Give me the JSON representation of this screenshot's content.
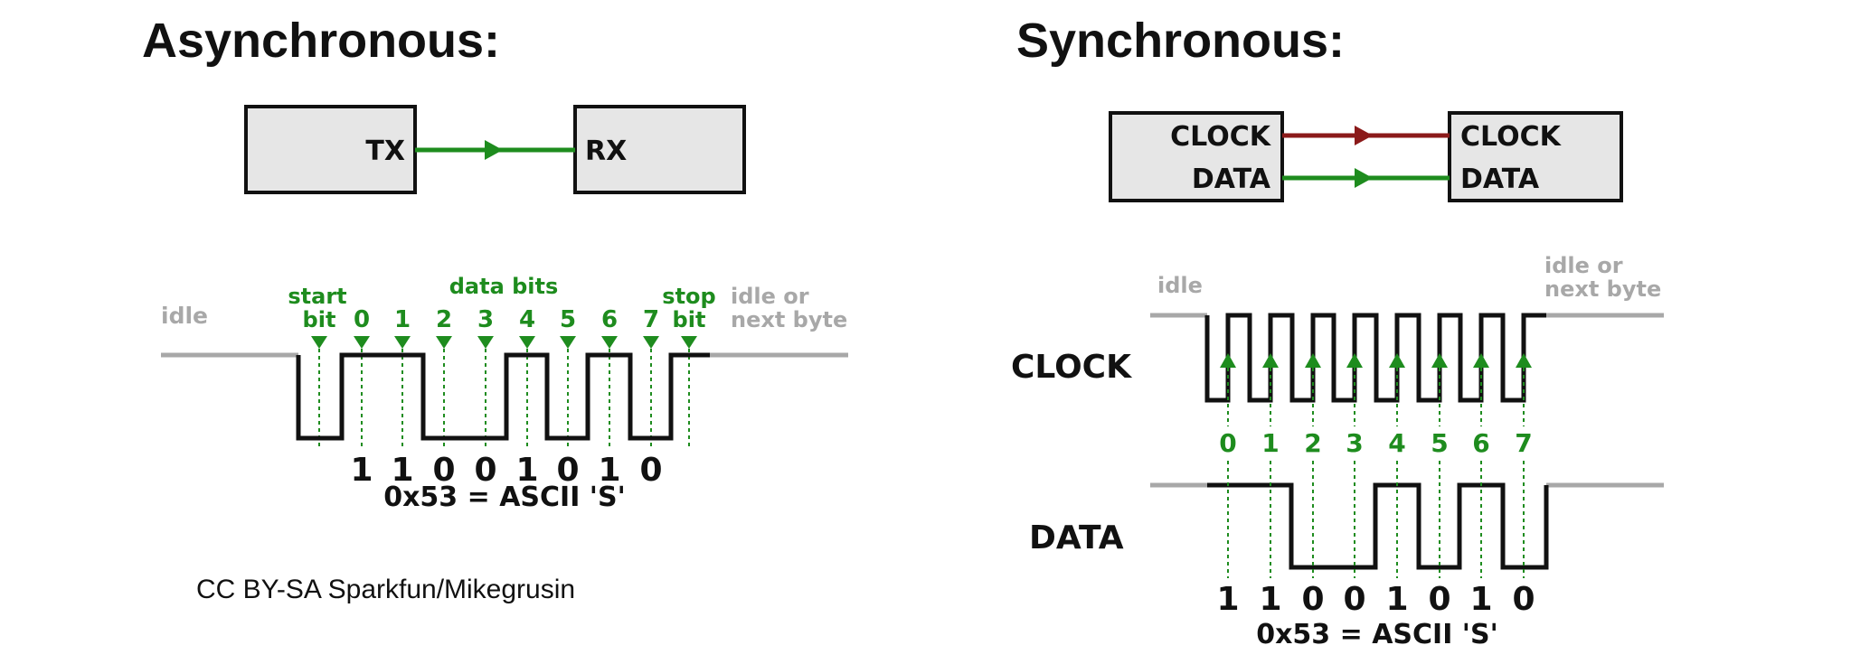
{
  "async": {
    "title": "Asynchronous:",
    "tx_label": "TX",
    "rx_label": "RX",
    "idle_label": "idle",
    "start_line1": "start",
    "start_line2": "bit",
    "data_bits_label": "data bits",
    "bit_indices": [
      "0",
      "1",
      "2",
      "3",
      "4",
      "5",
      "6",
      "7"
    ],
    "stop_line1": "stop",
    "stop_line2": "bit",
    "idle_next_line1": "idle or",
    "idle_next_line2": "next byte",
    "bit_values": [
      "1",
      "1",
      "0",
      "0",
      "1",
      "0",
      "1",
      "0"
    ],
    "caption": "0x53 = ASCII 'S'"
  },
  "sync": {
    "title": "Synchronous:",
    "left_clock": "CLOCK",
    "left_data": "DATA",
    "right_clock": "CLOCK",
    "right_data": "DATA",
    "idle_label": "idle",
    "idle_next_line1": "idle or",
    "idle_next_line2": "next byte",
    "clock_signal_label": "CLOCK",
    "data_signal_label": "DATA",
    "bit_indices": [
      "0",
      "1",
      "2",
      "3",
      "4",
      "5",
      "6",
      "7"
    ],
    "bit_values": [
      "1",
      "1",
      "0",
      "0",
      "1",
      "0",
      "1",
      "0"
    ],
    "caption": "0x53 = ASCII 'S'"
  },
  "credit": "CC BY-SA Sparkfun/Mikegrusin",
  "colors": {
    "green": "#1e8c1e",
    "clock_red": "#8b1a1a",
    "box_fill": "#e6e6e6",
    "idle_grey": "#a8a8a8"
  }
}
